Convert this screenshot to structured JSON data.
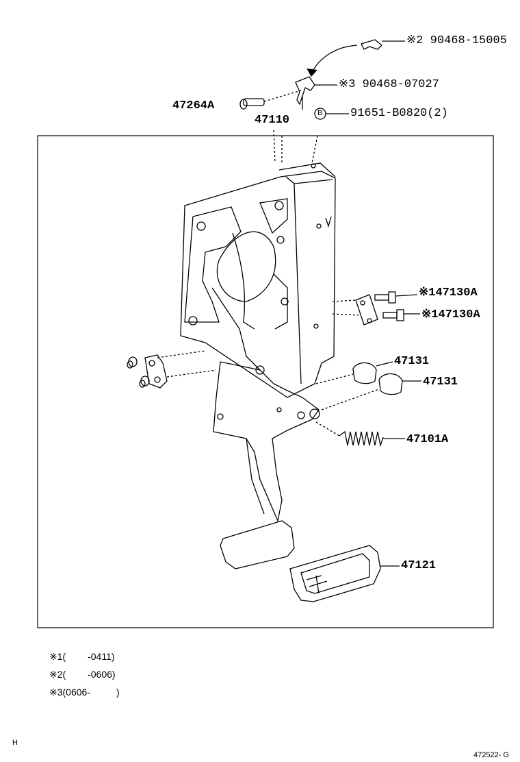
{
  "labels": {
    "part_90468_15005": "※2 90468-15005",
    "part_90468_07027": "※3 90468-07027",
    "part_47264A": "47264A",
    "part_91651": "91651-B0820(2)",
    "bolt_marker": "B",
    "part_47110": "47110",
    "part_47130A_1": "※147130A",
    "part_47130A_2": "※147130A",
    "part_47131_1": "47131",
    "part_47131_2": "47131",
    "part_47101A": "47101A",
    "part_47121": "47121"
  },
  "notes": {
    "n1_mark": "※1(",
    "n1_range": "-0411)",
    "n2_mark": "※2(",
    "n2_range": "-0606)",
    "n3_mark": "※3(0606-",
    "n3_close": ")"
  },
  "footer": {
    "left_code": "H",
    "right_code": "472522- G"
  }
}
